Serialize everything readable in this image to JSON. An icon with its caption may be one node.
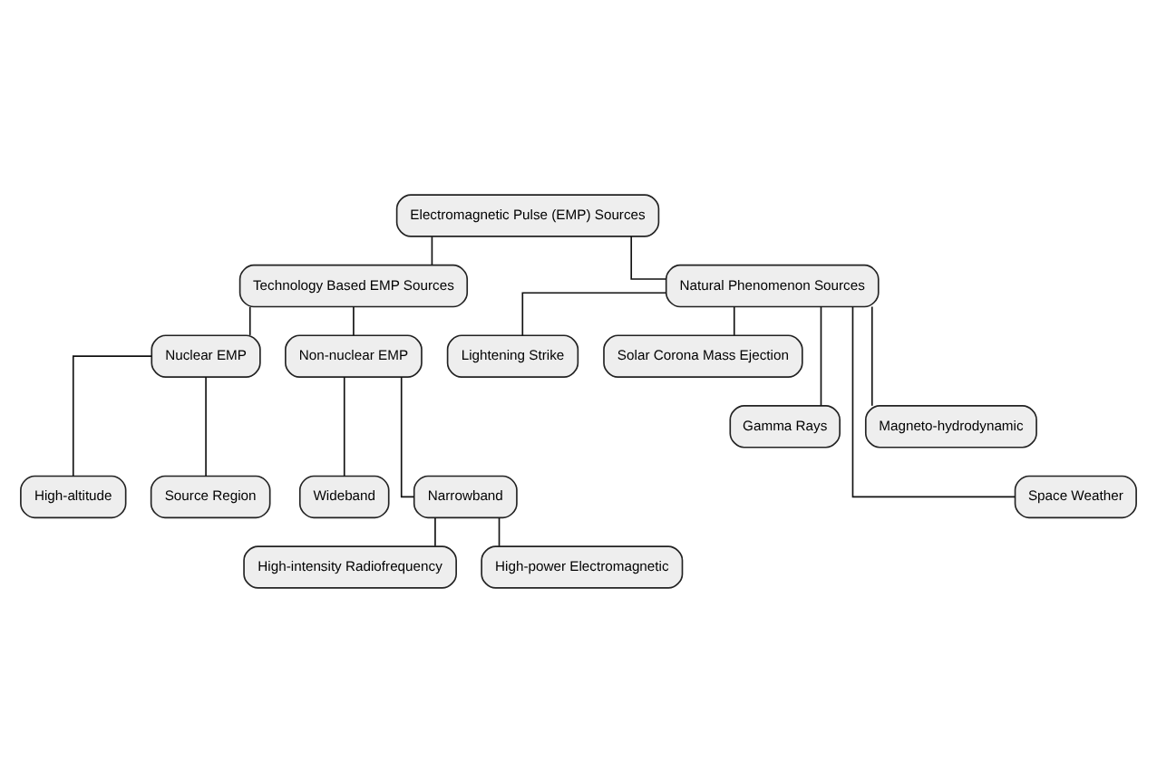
{
  "diagram": {
    "nodes": [
      {
        "text": [
          "Electromagnetic Pulse (EMP) Sources"
        ]
      },
      {
        "text": [
          "Technology Based EMP Sources"
        ]
      },
      {
        "text": [
          "Natural Phenomenon Sources"
        ]
      },
      {
        "text": [
          "Nuclear EMP"
        ]
      },
      {
        "text": [
          "Non-nuclear EMP"
        ]
      },
      {
        "text": [
          "High-altitude"
        ]
      },
      {
        "text": [
          "Source Region"
        ]
      },
      {
        "text": [
          "Wideband"
        ]
      },
      {
        "text": [
          "Narrowband"
        ]
      },
      {
        "text": [
          "High-intensity Radiofrequency"
        ]
      },
      {
        "text": [
          "High-power Electromagnetic"
        ]
      },
      {
        "text": [
          "Lightening Strike"
        ]
      },
      {
        "text": [
          "Solar Corona Mass Ejection"
        ]
      },
      {
        "text": [
          "Gamma Rays"
        ]
      },
      {
        "text": [
          "Magneto-hydrodynamic"
        ]
      },
      {
        "text": [
          "Space Weather"
        ]
      }
    ],
    "edges": [
      {
        "from": 0,
        "to": 1,
        "arrow": "none"
      },
      {
        "from": 0,
        "to": 2,
        "arrow": "none"
      },
      {
        "from": 1,
        "to": 3,
        "arrow": "none"
      },
      {
        "from": 1,
        "to": 4,
        "arrow": "none"
      },
      {
        "from": 3,
        "to": 5,
        "arrow": "none"
      },
      {
        "from": 3,
        "to": 6,
        "arrow": "none"
      },
      {
        "from": 4,
        "to": 7,
        "arrow": "none"
      },
      {
        "from": 4,
        "to": 8,
        "arrow": "none"
      },
      {
        "from": 8,
        "to": 9,
        "arrow": "none"
      },
      {
        "from": 8,
        "to": 10,
        "arrow": "none"
      },
      {
        "from": 2,
        "to": 11,
        "arrow": "none"
      },
      {
        "from": 2,
        "to": 12,
        "arrow": "none"
      },
      {
        "from": 2,
        "to": 13,
        "arrow": "none"
      },
      {
        "from": 2,
        "to": 14,
        "arrow": "none"
      },
      {
        "from": 2,
        "to": 15,
        "arrow": "none"
      }
    ]
  }
}
